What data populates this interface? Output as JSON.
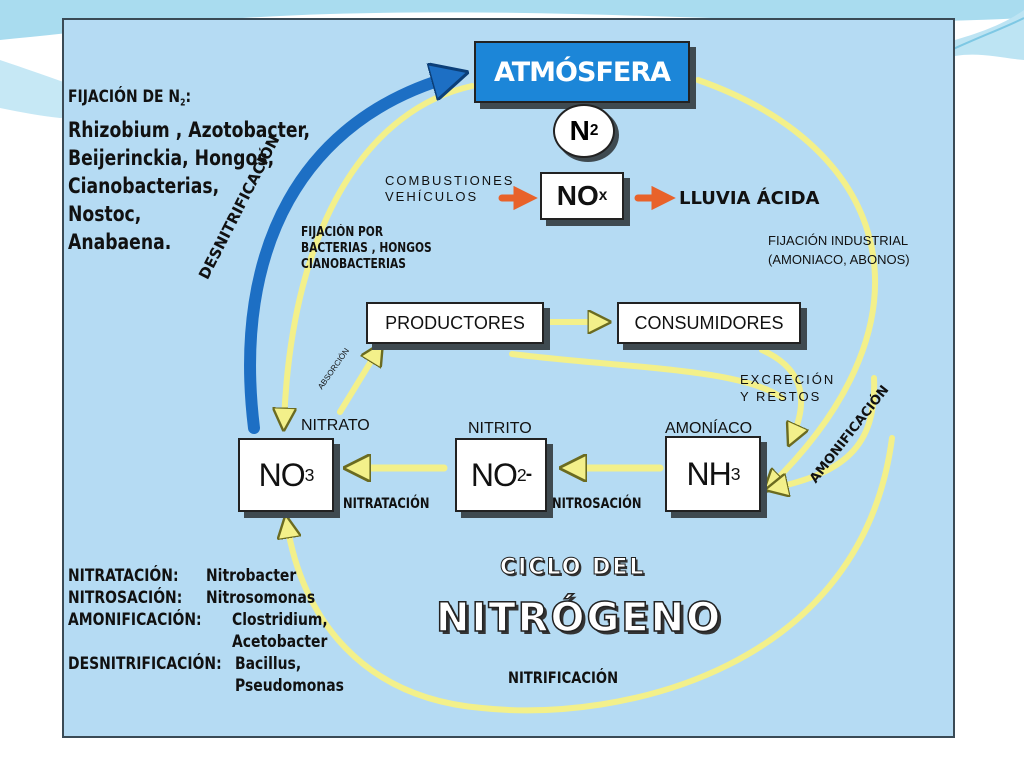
{
  "atmosphere": {
    "label": "ATMÓSFERA",
    "n2": "N",
    "n2_sub": "2"
  },
  "nox": {
    "text": "NO",
    "sub": "x"
  },
  "combustion": {
    "line1": "COMBUSTIONES",
    "line2": "VEHÍCULOS"
  },
  "acid_rain": "LLUVIA ÁCIDA",
  "industrial_fixation": {
    "line1": "FIJACIÓN INDUSTRIAL",
    "line2": "(AMONIACO, ABONOS)"
  },
  "bio_fixation": {
    "line1": "FIJACIÓN POR",
    "line2": "BACTERIAS , HONGOS",
    "line3": "CIANOBACTERIAS"
  },
  "fixers": {
    "heading": "FIJACIÓN DE N",
    "heading_sub": "2",
    "heading_end": ":",
    "lines": [
      "Rhizobium , Azotobacter,",
      "Beijerinckia, Hongos,",
      "Cianobacterias,",
      "Nostoc,",
      "Anabaena."
    ]
  },
  "denitrification_arrow_label": "DESNITRIFICACIÓN",
  "producers": "PRODUCTORES",
  "consumers": "CONSUMIDORES",
  "absorption": "ABSORCIÓN",
  "excretion": {
    "line1": "EXCRECIÓN",
    "line2": "Y RESTOS"
  },
  "ammonification_arrow_label": "AMONIFICACIÓN",
  "nitrate": {
    "caption": "NITRATO",
    "formula": "NO",
    "sub": "3"
  },
  "nitrite": {
    "caption": "NITRITO",
    "formula": "NO",
    "sub": "2",
    "sup": "-"
  },
  "ammonia": {
    "caption": "AMONÍACO",
    "formula": "NH",
    "sub": "3"
  },
  "nitratation_label": "NITRATACIÓN",
  "nitrosation_label": "NITROSACIÓN",
  "title": {
    "line1": "CICLO DEL",
    "line2": "NITRÓGENO"
  },
  "nitrification_label": "NITRIFICACIÓN",
  "organisms": [
    {
      "process": "NITRATACIÓN:",
      "organism": "Nitrobacter"
    },
    {
      "process": "NITROSACIÓN:",
      "organism": "Nitrosomonas"
    },
    {
      "process": "AMONIFICACIÓN:",
      "organism": "Clostridium,"
    },
    {
      "process": "",
      "organism": "Acetobacter"
    },
    {
      "process": "DESNITRIFICACIÓN:",
      "organism": "Bacillus,"
    },
    {
      "process": "",
      "organism": "Pseudomonas"
    }
  ],
  "colors": {
    "panel": "#b5dbf3",
    "atmosphere_box": "#1c86d8",
    "yellow_arrow": "#f3f08a",
    "blue_arrow": "#1d6fc4",
    "orange_arrow": "#e8622a"
  }
}
